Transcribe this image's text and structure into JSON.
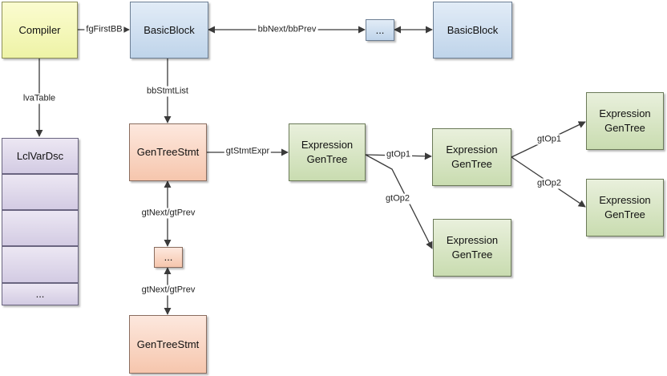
{
  "nodes": {
    "compiler": "Compiler",
    "basic_block_1": "BasicBlock",
    "bb_ellipsis": "...",
    "basic_block_2": "BasicBlock",
    "lclvardsc_header": "LclVarDsc",
    "lclvardsc_ellipsis": "...",
    "gentreestmt_1": "GenTreeStmt",
    "stmt_ellipsis": "...",
    "gentreestmt_2": "GenTreeStmt",
    "expr_root": [
      "Expression",
      "GenTree"
    ],
    "expr_op1": [
      "Expression",
      "GenTree"
    ],
    "expr_op2": [
      "Expression",
      "GenTree"
    ],
    "expr_op1_op1": [
      "Expression",
      "GenTree"
    ],
    "expr_op1_op2": [
      "Expression",
      "GenTree"
    ]
  },
  "edges": {
    "fg_first_bb": "fgFirstBB",
    "bb_next_prev": "bbNext/bbPrev",
    "lva_table": "lvaTable",
    "bb_stmt_list": "bbStmtList",
    "gt_stmt_expr": "gtStmtExpr",
    "gt_next_prev_1": "gtNext/gtPrev",
    "gt_next_prev_2": "gtNext/gtPrev",
    "root_gt_op1": "gtOp1",
    "root_gt_op2": "gtOp2",
    "op1_gt_op1": "gtOp1",
    "op1_gt_op2": "gtOp2"
  },
  "colors": {
    "compiler_fill": "#eef3a6",
    "basic_block_fill": "#bfd4ea",
    "stmt_fill": "#f6c6ad",
    "expression_fill": "#c9dcb0",
    "lclvardsc_fill": "#d3cbe3",
    "line": "#3a3a3a"
  }
}
